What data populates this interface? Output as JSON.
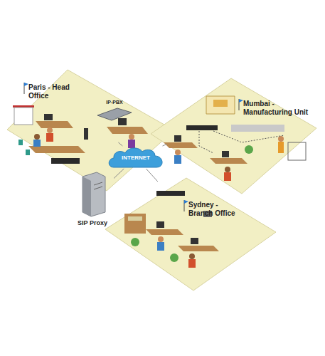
{
  "diagram": {
    "nodes": [
      {
        "text": [
          "Paris - Head Office"
        ]
      },
      {
        "text": [
          "IP-PBX"
        ],
        "in": 0
      },
      {
        "text": [
          "Mumbai - Manufacturing Unit"
        ]
      },
      {
        "text": [
          "INTERNET"
        ]
      },
      {
        "text": [
          "SIP Proxy"
        ]
      },
      {
        "text": [
          "Sydney - Branch Office"
        ]
      }
    ],
    "edges": [
      {
        "from": 3,
        "to": 0,
        "arrow": "none"
      },
      {
        "from": 3,
        "to": 2,
        "arrow": "none"
      },
      {
        "from": 3,
        "to": 5,
        "arrow": "none"
      },
      {
        "from": 3,
        "to": 4,
        "arrow": "none"
      }
    ]
  }
}
